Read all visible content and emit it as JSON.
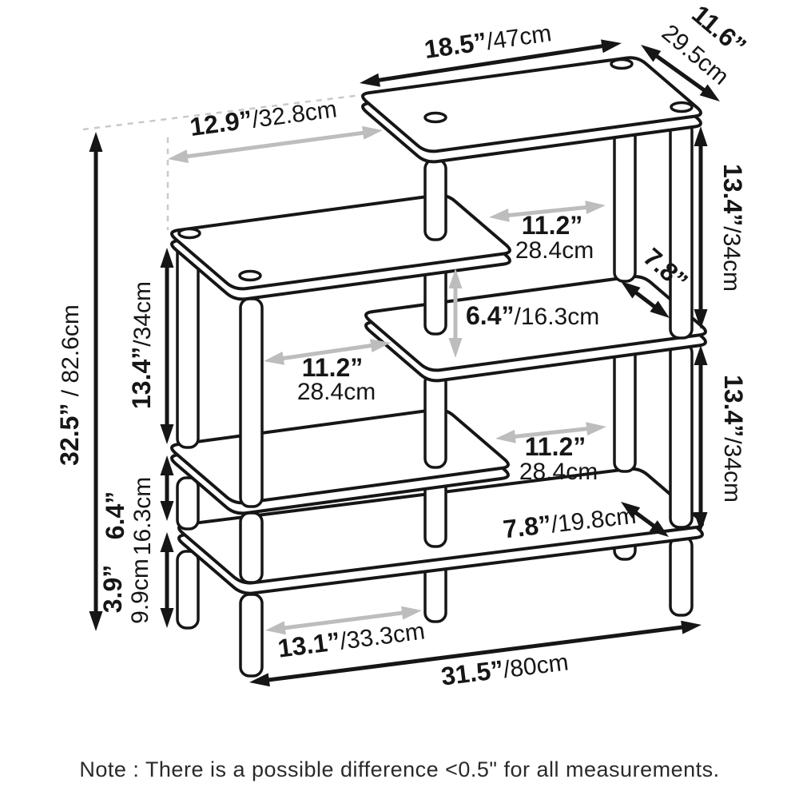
{
  "note": "Note : There is a possible difference <0.5\" for all measurements.",
  "colors": {
    "line": "#161616",
    "dim_arrow_black": "#161616",
    "dim_arrow_gray": "#bdbdbd",
    "dash": "#c9c9c9"
  },
  "dims": {
    "top_length": {
      "value": "18.5”",
      "alt": "/47cm"
    },
    "top_depth": {
      "value": "11.6”",
      "alt": "29.5cm"
    },
    "right_upper_height": {
      "value": "13.4”",
      "alt": "/34cm"
    },
    "right_lower_height": {
      "value": "13.4”",
      "alt": "/34cm"
    },
    "gap_top_right": {
      "value": "7.8”"
    },
    "shelf_gap_right": {
      "value": "7.8”",
      "alt": "/19.8cm"
    },
    "total_height": {
      "value": "32.5”",
      "alt": " / 82.6cm"
    },
    "left_upper_height": {
      "value": "13.4”",
      "alt": "/34cm"
    },
    "left_mid_height": {
      "value": "6.4”",
      "alt": "16.3cm"
    },
    "left_lower_height": {
      "value": "3.9”",
      "alt": "9.9cm"
    },
    "overall_width": {
      "value": "31.5”",
      "alt": "/80cm"
    },
    "offset_top": {
      "value": "12.9”",
      "alt": "/32.8cm"
    },
    "clearance_upper": {
      "value": "11.2”",
      "alt": "28.4cm"
    },
    "clearance_mid": {
      "value": "11.2”",
      "alt": "28.4cm"
    },
    "mid_gap": {
      "value": "6.4”",
      "alt": "/16.3cm"
    },
    "clearance_lower": {
      "value": "11.2”",
      "alt": "28.4cm"
    },
    "foot_span": {
      "value": "13.1”",
      "alt": "/33.3cm"
    }
  }
}
